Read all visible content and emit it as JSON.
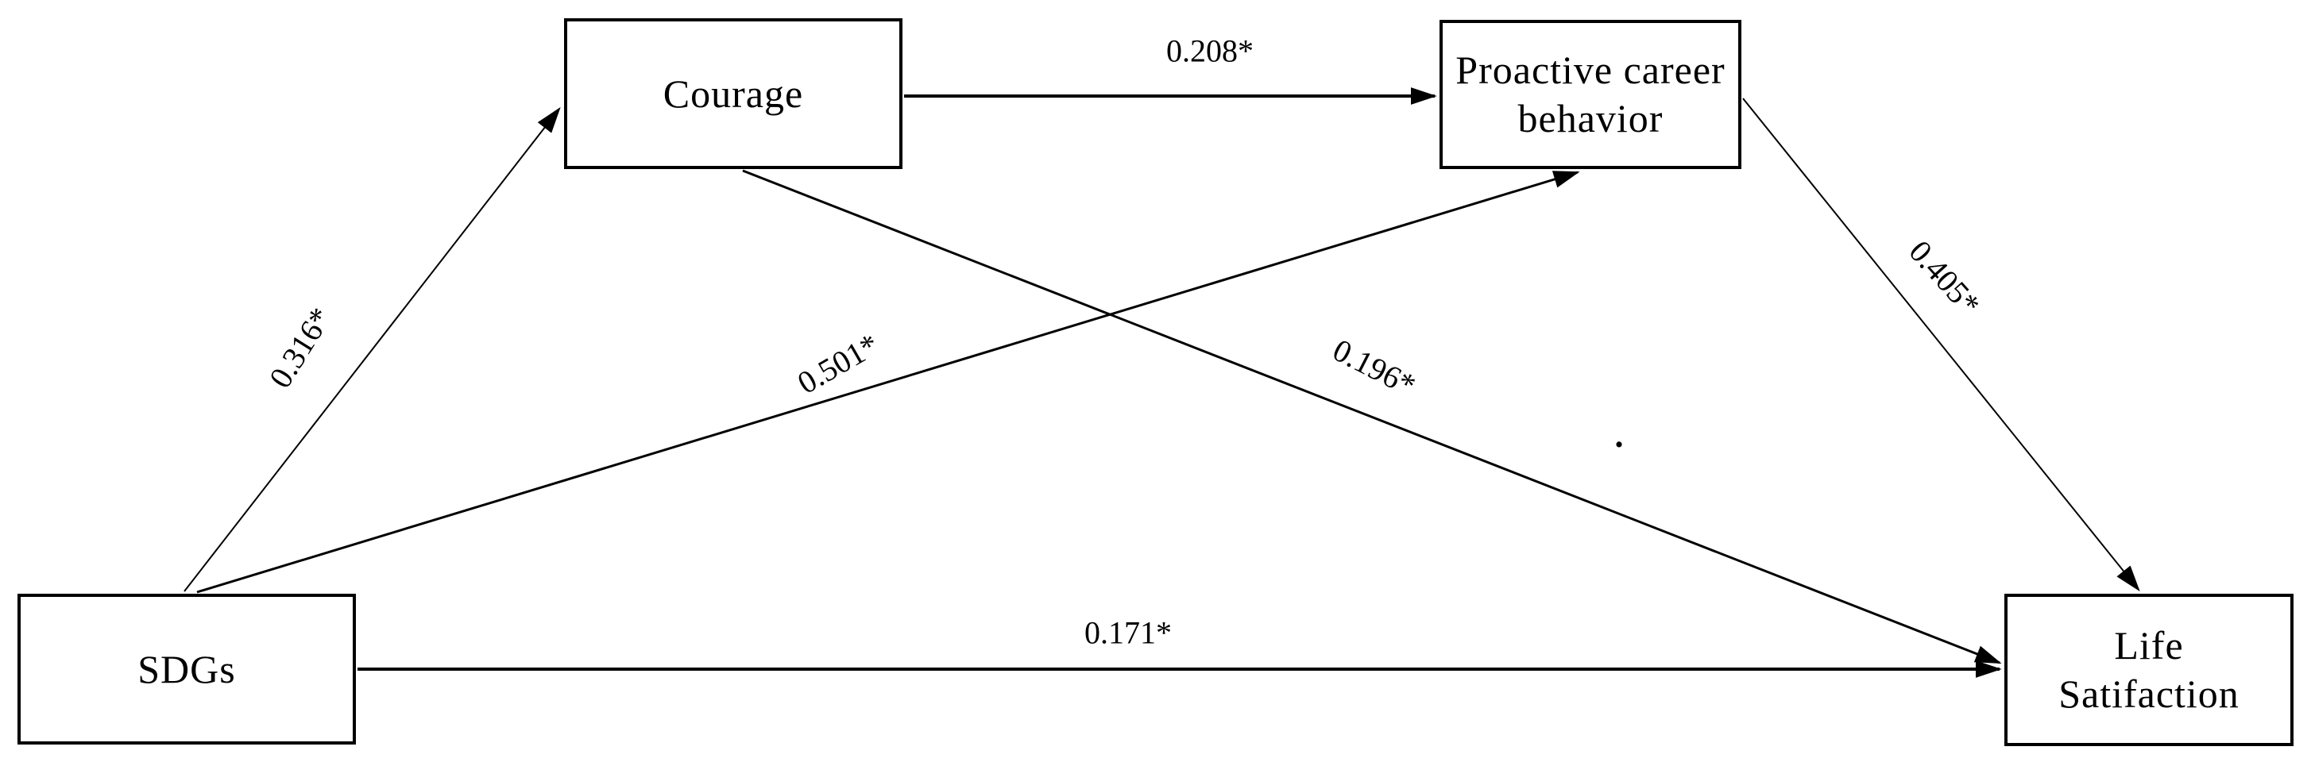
{
  "figure": {
    "type": "path-diagram",
    "background_color": "#ffffff",
    "ink_color": "#000000",
    "nodes": {
      "sdgs": {
        "label": "SDGs"
      },
      "courage": {
        "label": "Courage"
      },
      "pcb": {
        "label_line1": "Proactive career",
        "label_line2": "behavior"
      },
      "life": {
        "label_line1": "Life",
        "label_line2": "Satifaction"
      }
    },
    "paths": {
      "sdgs_to_courage": {
        "coefficient": "0.316*"
      },
      "courage_to_pcb": {
        "coefficient": "0.208*"
      },
      "sdgs_to_pcb": {
        "coefficient": "0.501*"
      },
      "courage_to_life": {
        "coefficient": "0.196*"
      },
      "pcb_to_life": {
        "coefficient": "0.405*"
      },
      "sdgs_to_life": {
        "coefficient": "0.171*"
      }
    },
    "stray_mark": "."
  }
}
